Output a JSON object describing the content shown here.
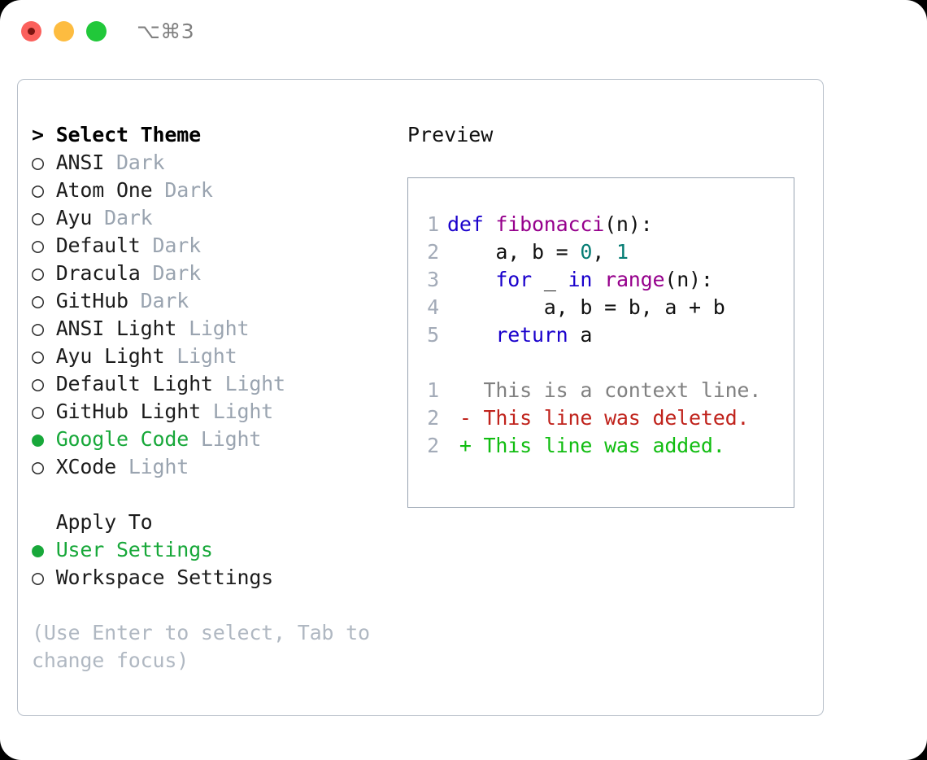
{
  "titlebar": {
    "shortcut": "⌥⌘3",
    "buttons": [
      {
        "name": "close-button",
        "color": "#fb605c"
      },
      {
        "name": "minimize-button",
        "color": "#fdbc40"
      },
      {
        "name": "maximize-button",
        "color": "#21c83a"
      }
    ]
  },
  "theme_picker": {
    "header": "> Select Theme",
    "items": [
      {
        "marker": "○",
        "label": "ANSI",
        "suffix": "Dark",
        "selected": false
      },
      {
        "marker": "○",
        "label": "Atom One",
        "suffix": "Dark",
        "selected": false
      },
      {
        "marker": "○",
        "label": "Ayu",
        "suffix": "Dark",
        "selected": false
      },
      {
        "marker": "○",
        "label": "Default",
        "suffix": "Dark",
        "selected": false
      },
      {
        "marker": "○",
        "label": "Dracula",
        "suffix": "Dark",
        "selected": false
      },
      {
        "marker": "○",
        "label": "GitHub",
        "suffix": "Dark",
        "selected": false
      },
      {
        "marker": "○",
        "label": "ANSI Light",
        "suffix": "Light",
        "selected": false
      },
      {
        "marker": "○",
        "label": "Ayu Light",
        "suffix": "Light",
        "selected": false
      },
      {
        "marker": "○",
        "label": "Default Light",
        "suffix": "Light",
        "selected": false
      },
      {
        "marker": "○",
        "label": "GitHub Light",
        "suffix": "Light",
        "selected": false
      },
      {
        "marker": "●",
        "label": "Google Code",
        "suffix": "Light",
        "selected": true
      },
      {
        "marker": "○",
        "label": "XCode",
        "suffix": "Light",
        "selected": false
      }
    ]
  },
  "apply_to": {
    "header": "  Apply To",
    "items": [
      {
        "marker": "●",
        "label": "User Settings",
        "selected": true
      },
      {
        "marker": "○",
        "label": "Workspace Settings",
        "selected": false
      }
    ]
  },
  "hint": "(Use Enter to select, Tab to change focus)",
  "preview": {
    "title": "Preview",
    "code_lines": [
      {
        "no": "1",
        "tokens": [
          {
            "t": "def ",
            "c": "kw"
          },
          {
            "t": "fibonacci",
            "c": "fn"
          },
          {
            "t": "(n):",
            "c": "txt"
          }
        ]
      },
      {
        "no": "2",
        "tokens": [
          {
            "t": "    a, b = ",
            "c": "txt"
          },
          {
            "t": "0",
            "c": "num"
          },
          {
            "t": ", ",
            "c": "txt"
          },
          {
            "t": "1",
            "c": "num"
          }
        ]
      },
      {
        "no": "3",
        "tokens": [
          {
            "t": "    ",
            "c": "txt"
          },
          {
            "t": "for",
            "c": "kw"
          },
          {
            "t": " _ ",
            "c": "txt"
          },
          {
            "t": "in",
            "c": "kw"
          },
          {
            "t": " ",
            "c": "txt"
          },
          {
            "t": "range",
            "c": "fn"
          },
          {
            "t": "(n):",
            "c": "txt"
          }
        ]
      },
      {
        "no": "4",
        "tokens": [
          {
            "t": "        a, b = b, a + b",
            "c": "txt"
          }
        ]
      },
      {
        "no": "5",
        "tokens": [
          {
            "t": "    ",
            "c": "txt"
          },
          {
            "t": "return",
            "c": "kw"
          },
          {
            "t": " a",
            "c": "txt"
          }
        ]
      }
    ],
    "diff_lines": [
      {
        "no": "1",
        "tokens": [
          {
            "t": "   This is a context line.",
            "c": "ctx"
          }
        ]
      },
      {
        "no": "2",
        "tokens": [
          {
            "t": " - This line was deleted.",
            "c": "del"
          }
        ]
      },
      {
        "no": "2",
        "tokens": [
          {
            "t": " + This line was added.",
            "c": "add"
          }
        ]
      }
    ]
  },
  "colors": {
    "accent_green": "#18a83a",
    "muted": "#9aa4b0",
    "hint": "#b0b8c2",
    "keyword": "#1a01cc",
    "function": "#96008c",
    "number": "#067d74",
    "deleted": "#c0231c",
    "added": "#11bd11",
    "panel_border": "#b7bfc9",
    "preview_border": "#98a3b1"
  }
}
